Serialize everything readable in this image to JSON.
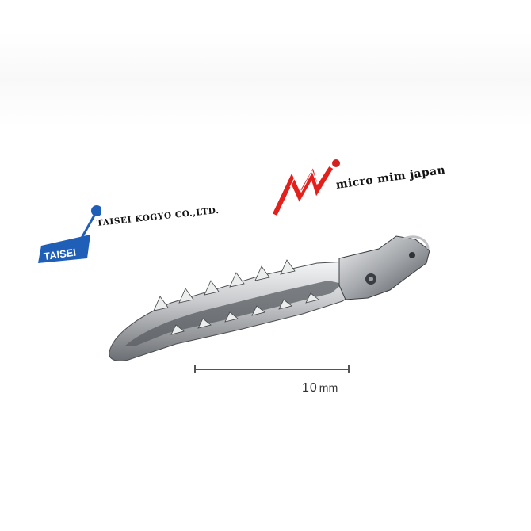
{
  "branding": {
    "taisei_mark_text": "TAISEI",
    "taisei_company": "TAISEI KOGYO CO.,LTD.",
    "mim_text": "micro mim japan"
  },
  "scale": {
    "value": "10",
    "unit": "mm"
  },
  "colors": {
    "taisei_blue": "#1f5fb8",
    "mim_red": "#e3201b",
    "mim_dot": "#d61f1f",
    "metal_light": "#e9eaec",
    "metal_dark": "#55585c",
    "scale_bar": "#555555"
  },
  "icons": {
    "taisei": "taisei-logo-icon",
    "mim": "micro-mim-logo-icon"
  }
}
